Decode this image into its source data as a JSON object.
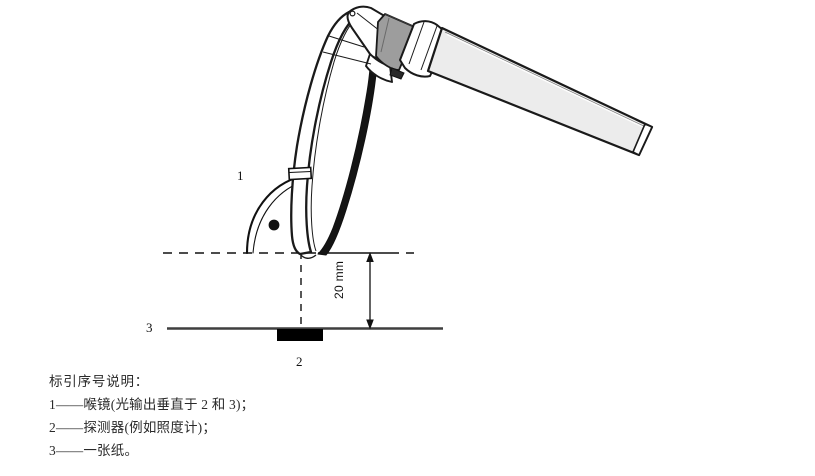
{
  "figure": {
    "title": "标引序号说明：",
    "callouts": {
      "laryngoscope": "1",
      "detector": "2",
      "paper": "3"
    },
    "dimension": {
      "value": "20",
      "unit": "mm",
      "label": "20  mm"
    },
    "key_items": [
      "1——喉镜(光输出垂直于 2 和 3)；",
      "2——探测器(例如照度计)；",
      "3——一张纸。"
    ],
    "colors": {
      "line": "#111111",
      "outline": "#1a1a1a",
      "handle_fill": "#ececec",
      "connector_fill": "#9d9d9d",
      "blade_fill": "#ffffff",
      "detector_fill": "#000000",
      "paper_line": "#4a4a4a",
      "background": "#ffffff"
    },
    "parts": {
      "blade": "laryngoscope-blade",
      "handle": "laryngoscope-handle",
      "connector": "blade-handle-connector",
      "light_window": "light-output-window",
      "light_cone": "light-emission-arc",
      "light_point": "light-output-point",
      "reference_line": "optical-reference-line",
      "center_line": "vertical-center-line",
      "paper_sheet": "paper-sheet-line",
      "detector_block": "detector-block",
      "dimension_arrow": "dimension-arrow-20mm"
    }
  }
}
